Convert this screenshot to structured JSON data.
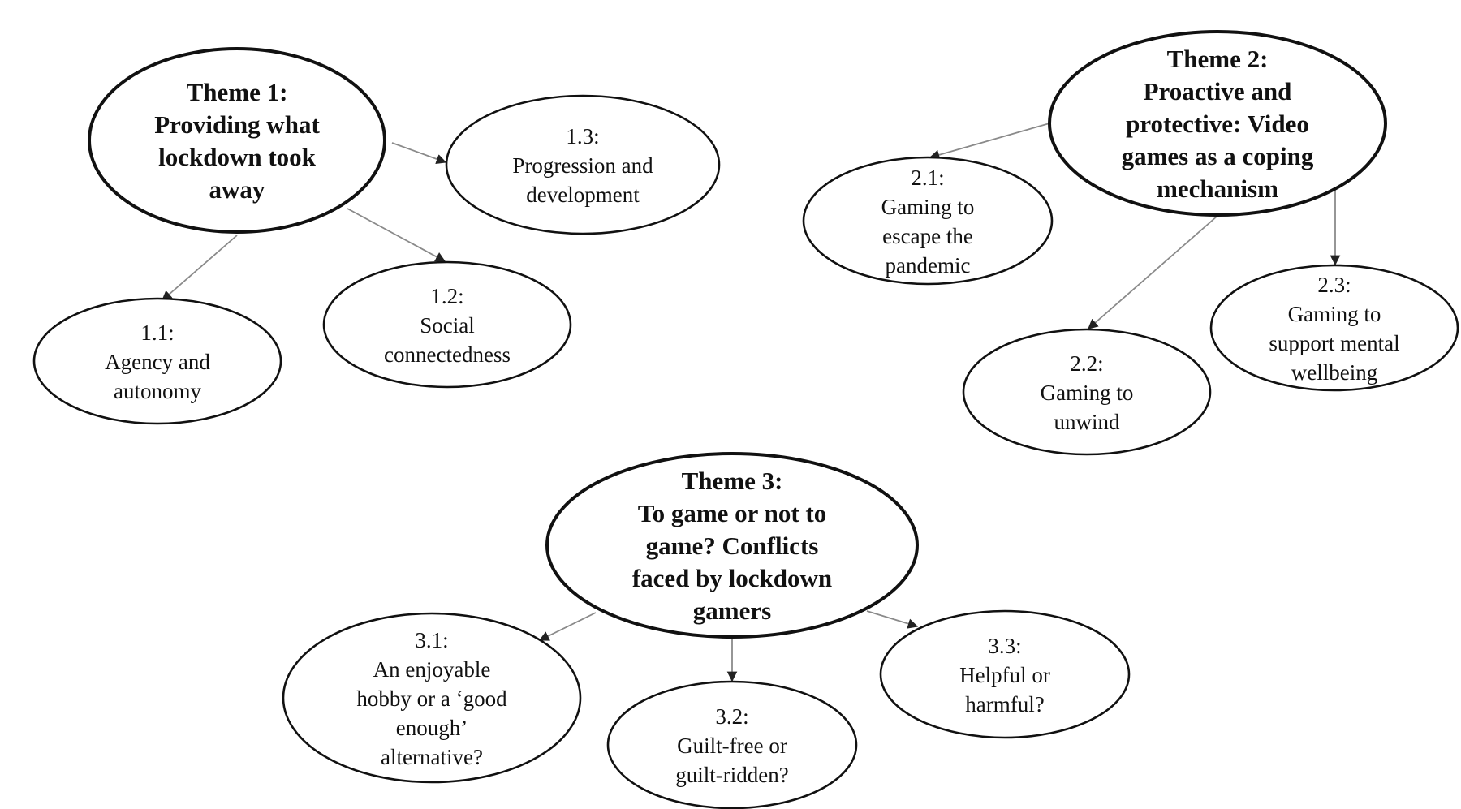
{
  "colors": {
    "outline": "#111111",
    "edge": "#8a8a8a",
    "arrowhead": "#222222",
    "text": "#111111",
    "background": "#ffffff"
  },
  "nodes": {
    "theme1": {
      "lines": [
        "Theme 1:",
        "Providing what",
        "lockdown took",
        "away"
      ]
    },
    "n1_1": {
      "lines": [
        "1.1:",
        "Agency and",
        "autonomy"
      ]
    },
    "n1_2": {
      "lines": [
        "1.2:",
        "Social",
        "connectedness"
      ]
    },
    "n1_3": {
      "lines": [
        "1.3:",
        "Progression and",
        "development"
      ]
    },
    "theme2": {
      "lines": [
        "Theme 2:",
        "Proactive and",
        "protective: Video",
        "games as a coping",
        "mechanism"
      ]
    },
    "n2_1": {
      "lines": [
        "2.1:",
        "Gaming to",
        "escape the",
        "pandemic"
      ]
    },
    "n2_2": {
      "lines": [
        "2.2:",
        "Gaming to",
        "unwind"
      ]
    },
    "n2_3": {
      "lines": [
        "2.3:",
        "Gaming to",
        "support mental",
        "wellbeing"
      ]
    },
    "theme3": {
      "lines": [
        "Theme 3:",
        "To game or not to",
        "game? Conflicts",
        "faced by lockdown",
        "gamers"
      ]
    },
    "n3_1": {
      "lines": [
        "3.1:",
        "An enjoyable",
        "hobby or a ‘good",
        "enough’",
        "alternative?"
      ]
    },
    "n3_2": {
      "lines": [
        "3.2:",
        "Guilt-free or",
        "guilt-ridden?"
      ]
    },
    "n3_3": {
      "lines": [
        "3.3:",
        "Helpful or",
        "harmful?"
      ]
    }
  },
  "edges": [
    {
      "from": "theme1",
      "to": "n1_1"
    },
    {
      "from": "theme1",
      "to": "n1_2"
    },
    {
      "from": "theme1",
      "to": "n1_3"
    },
    {
      "from": "theme2",
      "to": "n2_1"
    },
    {
      "from": "theme2",
      "to": "n2_2"
    },
    {
      "from": "theme2",
      "to": "n2_3"
    },
    {
      "from": "theme3",
      "to": "n3_1"
    },
    {
      "from": "theme3",
      "to": "n3_2"
    },
    {
      "from": "theme3",
      "to": "n3_3"
    }
  ]
}
